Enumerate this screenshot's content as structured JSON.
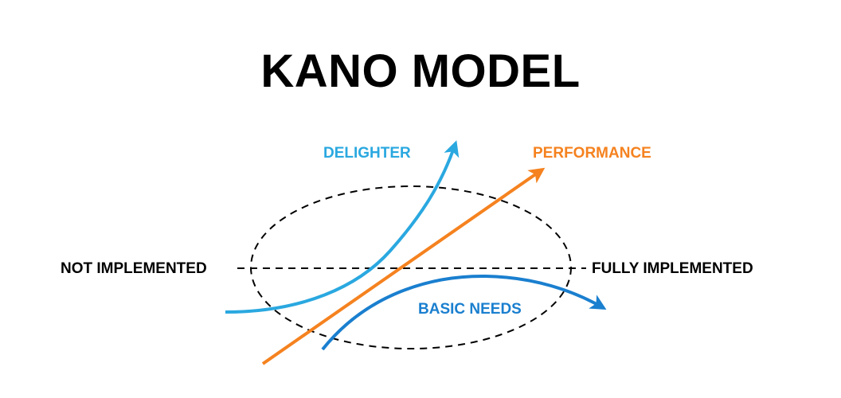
{
  "title": "KANO MODEL",
  "axis": {
    "left_label": "NOT IMPLEMENTED",
    "right_label": "FULLY IMPLEMENTED"
  },
  "curves": [
    {
      "name": "DELIGHTER",
      "color": "#2aa8e0",
      "shape": "exponential-up"
    },
    {
      "name": "PERFORMANCE",
      "color": "#f5821f",
      "shape": "linear"
    },
    {
      "name": "BASIC NEEDS",
      "color": "#1a7fcf",
      "shape": "saturating"
    }
  ],
  "colors": {
    "title": "#000000",
    "axis": "#000000",
    "delighter": "#2aa8e0",
    "performance": "#f5821f",
    "basic_needs": "#1a7fcf"
  }
}
